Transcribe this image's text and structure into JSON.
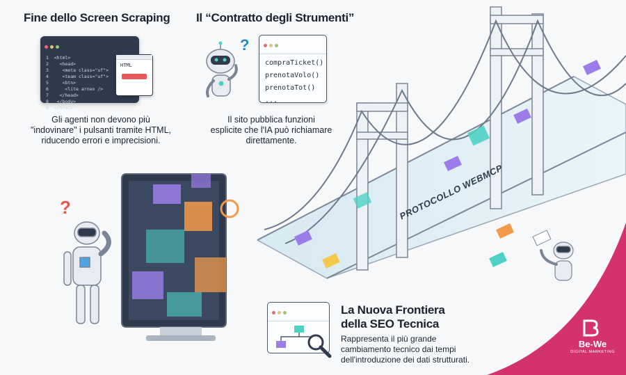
{
  "section1": {
    "title": "Fine dello Screen Scraping",
    "description_lines": [
      "Gli agenti non devono più",
      "\"indovinare\" i pulsanti tramite HTML,",
      "riducendo errori e imprecisioni."
    ],
    "code_lines": [
      "1  <html>",
      "2    <head>",
      "3     <meta class=\"uf\">",
      "4     <team class=\"uf\">",
      "5     <btn>",
      "6      <lite arneo />",
      "7    </head>",
      "8   </body>",
      "9  </html>"
    ],
    "popup_label": "HTML"
  },
  "section2": {
    "title": "Il “Contratto degli Strumenti”",
    "description_lines": [
      "Il sito pubblica funzioni",
      "esplicite che l'IA può richiamare",
      "direttamente."
    ],
    "functions": [
      "compraTicket()",
      "prenotaVolo()",
      "prenotaTot()",
      "..."
    ],
    "question_mark": "?"
  },
  "bridge": {
    "label": "PROTOCOLLO WEBMCP"
  },
  "section3": {
    "title_line1": "La Nuova Frontiera",
    "title_line2": "della SEO Tecnica",
    "description_lines": [
      "Rappresenta il più grande",
      "cambiamento tecnico dai tempi",
      "dell'introduzione dei dati strutturati."
    ]
  },
  "robot_question": "?",
  "brand": {
    "name": "Be-We",
    "tagline": "DIGITAL MARKETING"
  },
  "colors": {
    "accent": "#d4326e",
    "code_bg": "#2f3b4d",
    "teal": "#4fd1c5",
    "purple": "#9b7ce8",
    "orange": "#f2994a"
  }
}
